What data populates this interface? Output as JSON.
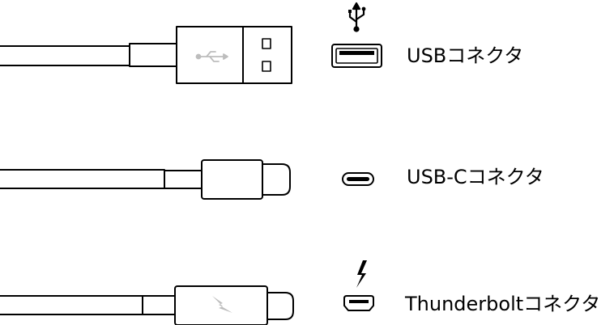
{
  "connectors": [
    {
      "id": "usb",
      "label": "USBコネクタ"
    },
    {
      "id": "usb-c",
      "label": "USB-Cコネクタ"
    },
    {
      "id": "thunderbolt",
      "label": "Thunderboltコネクタ"
    }
  ],
  "colors": {
    "line": "#000000",
    "logo_gray": "#bdbdbd",
    "background": "#ffffff"
  },
  "icons": [
    "usb-trident-icon",
    "thunderbolt-bolt-icon"
  ]
}
